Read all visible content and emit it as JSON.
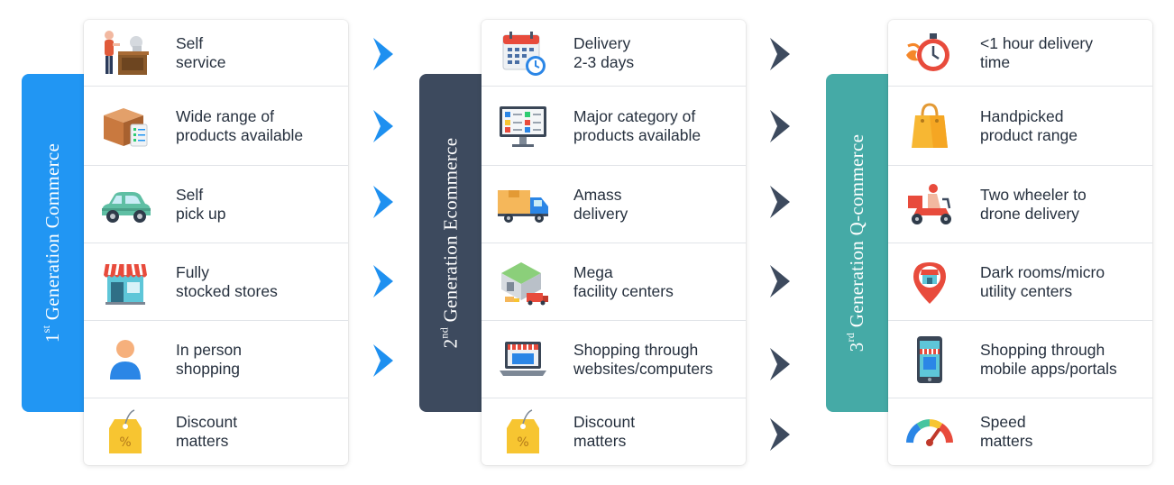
{
  "colors": {
    "gen1": "#2196f3",
    "gen2": "#3d4a5e",
    "gen3": "#45aaa6",
    "chevron1": "#1e90f0",
    "chevron2": "#3d4a5e"
  },
  "columns": [
    {
      "title_main": "Generation Commerce",
      "title_ord_num": "1",
      "title_ord_sup": "st",
      "items": [
        {
          "icon": "self-service-icon",
          "text": "Self\nservice"
        },
        {
          "icon": "box-checklist-icon",
          "text": "Wide range of\nproducts available"
        },
        {
          "icon": "car-icon",
          "text": "Self\npick up"
        },
        {
          "icon": "store-icon",
          "text": "Fully\nstocked stores"
        },
        {
          "icon": "person-icon",
          "text": "In person\nshopping"
        },
        {
          "icon": "discount-tag-icon",
          "text": "Discount\nmatters"
        }
      ]
    },
    {
      "title_main": "Generation Ecommerce",
      "title_ord_num": "2",
      "title_ord_sup": "nd",
      "items": [
        {
          "icon": "calendar-clock-icon",
          "text": "Delivery\n2-3 days"
        },
        {
          "icon": "monitor-categories-icon",
          "text": "Major category of\nproducts available"
        },
        {
          "icon": "delivery-truck-icon",
          "text": "Amass\ndelivery"
        },
        {
          "icon": "warehouse-icon",
          "text": "Mega\nfacility centers"
        },
        {
          "icon": "laptop-shop-icon",
          "text": "Shopping through\nwebsites/computers"
        },
        {
          "icon": "discount-tag-icon",
          "text": "Discount\nmatters"
        }
      ]
    },
    {
      "title_main": "Generation Q-commerce",
      "title_ord_num": "3",
      "title_ord_sup": "rd",
      "items": [
        {
          "icon": "stopwatch-fast-icon",
          "text": "<1 hour delivery\ntime"
        },
        {
          "icon": "shopping-bag-icon",
          "text": "Handpicked\nproduct range"
        },
        {
          "icon": "scooter-rider-icon",
          "text": "Two wheeler to\ndrone delivery"
        },
        {
          "icon": "map-pin-store-icon",
          "text": "Dark rooms/micro\nutility centers"
        },
        {
          "icon": "mobile-shop-icon",
          "text": "Shopping through\nmobile apps/portals"
        },
        {
          "icon": "speedometer-icon",
          "text": "Speed\nmatters"
        }
      ]
    }
  ]
}
